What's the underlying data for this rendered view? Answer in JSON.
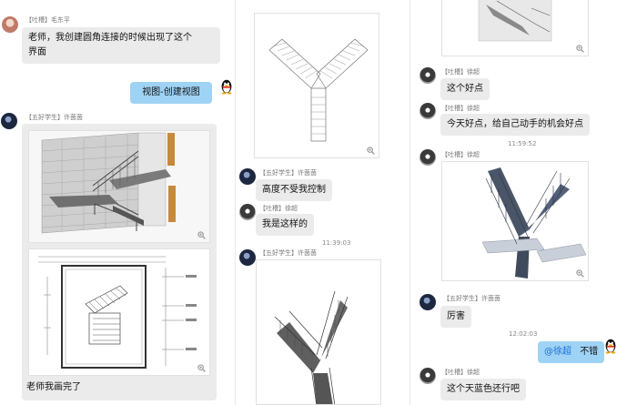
{
  "chat": {
    "left": {
      "msg1": {
        "sender": "【吐槽】毛东平",
        "text1": "老师，我创建圆角连接的时候出现了这个",
        "text2": "界面"
      },
      "msg2": {
        "text": "视图-创建视图"
      },
      "msg3": {
        "sender": "【五好学生】许茵茵",
        "caption": "老师我画完了"
      }
    },
    "middle": {
      "msg1": {
        "sender": "【五好学生】许茵茵",
        "text": "高度不受我控制"
      },
      "msg2": {
        "sender": "【吐槽】徐超",
        "text": "我是这样的"
      },
      "time1": "11:39:03",
      "msg3": {
        "sender": "【五好学生】许茵茵"
      }
    },
    "right": {
      "msg1": {
        "sender": "【吐槽】徐超",
        "text": "这个好点"
      },
      "msg2": {
        "sender": "【吐槽】徐超",
        "text": "今天好点，给自己动手的机会好点"
      },
      "time1": "11:59:52",
      "msg3": {
        "sender": "【吐槽】徐超"
      },
      "msg4": {
        "sender": "【五好学生】许茵茵",
        "text": "厉害"
      },
      "time2": "12:02:03",
      "msg5": {
        "mention": "@徐超",
        "text": "不错"
      },
      "msg6": {
        "sender": "【吐槽】徐超",
        "text": "这个天蓝色还行吧"
      }
    }
  },
  "icons": {
    "zoom": "zoom-in-icon",
    "qq": "qq-penguin-icon"
  },
  "colors": {
    "bubble": "#ebebeb",
    "bubble_self": "#9fd3f5",
    "mention": "#1b6fd6"
  }
}
